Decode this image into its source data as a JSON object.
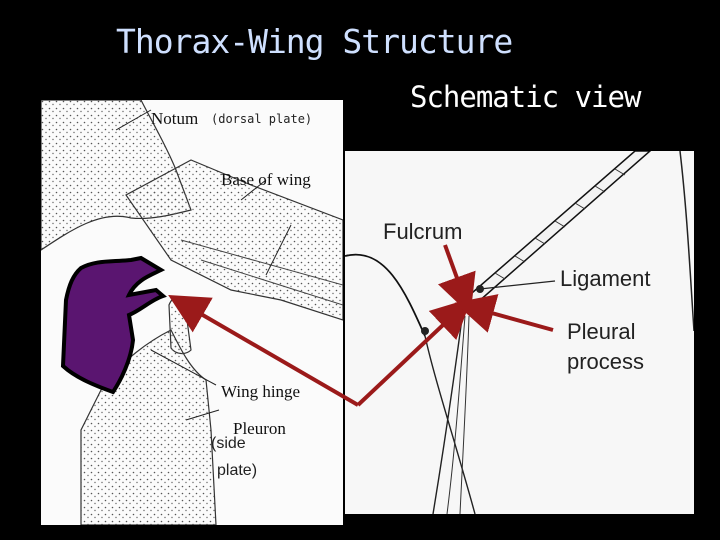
{
  "title": "Thorax-Wing Structure",
  "subtitle": "Schematic view",
  "left_labels": {
    "notum": "Notum",
    "dorsal": "(dorsal plate)",
    "base": "Base of wing",
    "hinge": "Wing hinge",
    "pleuron": "Pleuron",
    "side1": "(side",
    "side2": "plate)"
  },
  "right_labels": {
    "fulcrum": "Fulcrum",
    "ligament": "Ligament",
    "pleural1": "Pleural",
    "pleural2": "process"
  },
  "colors": {
    "title": "#cfe0ff",
    "highlight": "#5a1570",
    "arrow": "#9b1a1a"
  }
}
